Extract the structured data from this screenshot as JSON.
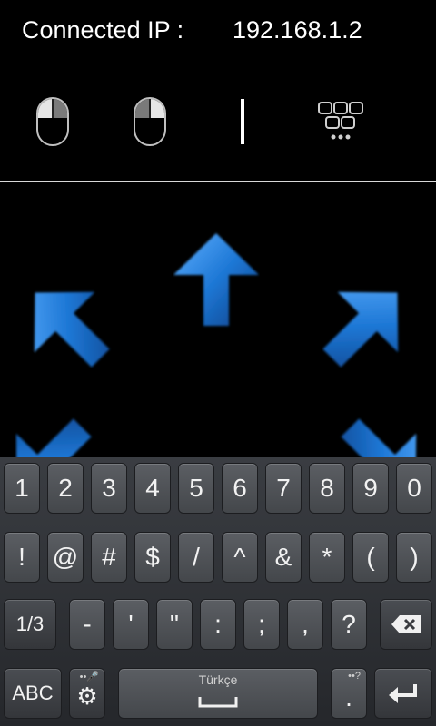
{
  "header": {
    "ip_label": "Connected IP :",
    "ip_value": "192.168.1.2",
    "tools": [
      {
        "icon": "left-mouse-button-icon"
      },
      {
        "icon": "right-mouse-button-icon"
      },
      {
        "icon": "text-cursor-icon"
      },
      {
        "icon": "keyboard-icon"
      }
    ]
  },
  "arrow_pad": {
    "arrows": [
      "up",
      "up-left",
      "up-right",
      "down-left",
      "down-right"
    ],
    "color": "#1e78d6"
  },
  "keyboard": {
    "row1": [
      "1",
      "2",
      "3",
      "4",
      "5",
      "6",
      "7",
      "8",
      "9",
      "0"
    ],
    "row2": [
      "!",
      "@",
      "#",
      "$",
      "/",
      "^",
      "&",
      "*",
      "(",
      ")"
    ],
    "row3": {
      "shift": "1/3",
      "keys": [
        "-",
        "'",
        "\"",
        ":",
        ";",
        ",",
        "?"
      ],
      "backspace_icon": "backspace-icon"
    },
    "row4": {
      "abc": "ABC",
      "settings_icon": "gear-icon",
      "mic_hint": "•• mic",
      "space_label": "Türkçe",
      "period": ".",
      "period_hint": "••?",
      "enter_icon": "enter-icon"
    }
  },
  "colors": {
    "arrow_blue": "#1e78d6",
    "key_face": "#505358",
    "background": "#000000"
  }
}
